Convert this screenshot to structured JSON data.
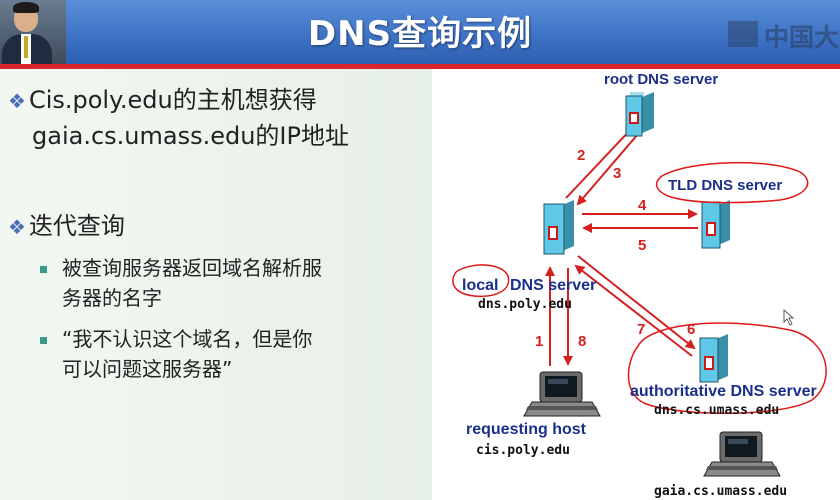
{
  "slide": {
    "title": "DNS查询示例",
    "logo_text": "中国大"
  },
  "bullets": {
    "b1_line1": "Cis.poly.edu的主机想获得",
    "b1_line2": "gaia.cs.umass.edu的IP地址",
    "b2": "迭代查询",
    "sub1_line1": "被查询服务器返回域名解析服",
    "sub1_line2": "务器的名字",
    "sub2_line1": "“我不认识这个域名，但是你",
    "sub2_line2": "可以问题这服务器”"
  },
  "diagram": {
    "root_label": "root DNS server",
    "tld_label": "TLD DNS server",
    "local_label_1": "local",
    "local_label_2": "DNS server",
    "local_host": "dns.poly.edu",
    "auth_label": "authoritative DNS server",
    "auth_host": "dns.cs.umass.edu",
    "requesting_label": "requesting host",
    "requesting_host": "cis.poly.edu",
    "gaia_host": "gaia.cs.umass.edu",
    "steps": [
      "1",
      "2",
      "3",
      "4",
      "5",
      "6",
      "7",
      "8"
    ],
    "colors": {
      "server": "#5ec8e6",
      "arrow": "#d42020",
      "label_blue": "#1a2f8a",
      "annotation": "#e01818"
    }
  }
}
